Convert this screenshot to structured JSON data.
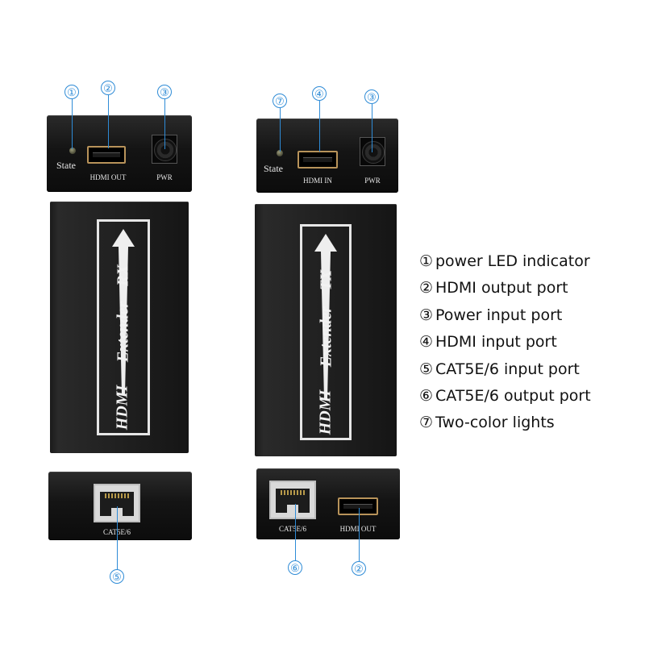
{
  "receiver": {
    "body_label_model": "HDMI",
    "body_label_product": "Extender",
    "body_label_type": "RX",
    "top_panel": {
      "state_label": "State",
      "hdmi_label": "HDMI OUT",
      "power_label": "PWR"
    },
    "bottom_panel": {
      "cat_label": "CAT5E/6"
    }
  },
  "transmitter": {
    "body_label_model": "HDMI",
    "body_label_product": "Extender",
    "body_label_type": "TX",
    "top_panel": {
      "state_label": "State",
      "hdmi_label": "HDMI IN",
      "power_label": "PWR"
    },
    "bottom_panel": {
      "cat_label": "CAT5E/6",
      "hdmi_label": "HDMI OUT"
    }
  },
  "callouts": {
    "rx_led": "①",
    "rx_hdmi": "②",
    "rx_power": "③",
    "rx_cat": "⑤",
    "tx_led": "⑦",
    "tx_hdmi_in": "④",
    "tx_power": "③",
    "tx_cat": "⑥",
    "tx_hdmi_out": "②"
  },
  "legend": [
    {
      "num": "①",
      "text": "power LED indicator"
    },
    {
      "num": "②",
      "text": "HDMI output port"
    },
    {
      "num": "③",
      "text": "Power input port"
    },
    {
      "num": "④",
      "text": "HDMI input port"
    },
    {
      "num": "⑤",
      "text": "CAT5E/6 input port"
    },
    {
      "num": "⑥",
      "text": "CAT5E/6 output port"
    },
    {
      "num": "⑦",
      "text": "Two-color lights"
    }
  ],
  "colors": {
    "callout": "#2e8bd6",
    "device": "#1a1a1a",
    "label": "#e6e6e6"
  }
}
